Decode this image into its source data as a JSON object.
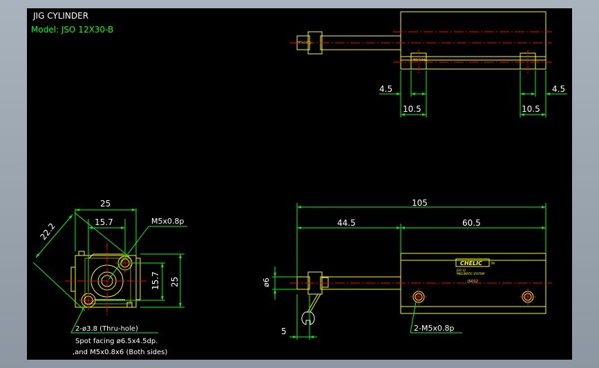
{
  "title_block": {
    "title": "JIG CYLINDER",
    "model": "Model: JSO 12X30-B"
  },
  "top_view": {
    "dims": {
      "left_edge": "4.5",
      "left_port": "10.5",
      "right_port": "10.5",
      "right_edge": "4.5"
    },
    "rod_thread_label": "M5x0.8dp.",
    "port_label": "M5x0.8dp."
  },
  "end_view": {
    "dims": {
      "width": "25",
      "inner": "15.7",
      "diag": "22.2",
      "height_inner": "15.7",
      "height": "25"
    },
    "thread_note": "M5x0.8p",
    "hole_note_1": "2-ø3.8 (Thru-hole)",
    "hole_note_2": "Spot facing ø6.5x4.5dp.",
    "hole_note_3": ",and M5x0.8x6 (Both sides)"
  },
  "side_view": {
    "dims": {
      "overall": "105",
      "rod": "44.5",
      "body": "60.5",
      "rod_dia": "ø6",
      "flat": "5"
    },
    "port_note": "2-M5x0.8p",
    "brand": "CHELIC",
    "brand_tm": "TM",
    "plate_line_1": "JSO 12",
    "plate_line_2": "PNEUMATIC SYSTEM",
    "plate_code": "JSO12"
  },
  "colors": {
    "background": "#000000",
    "outline": "#ffff00",
    "dimension": "#00ff00",
    "centerline": "#ff0000",
    "text": "#ffffff",
    "frame": "#9aa4ae"
  }
}
